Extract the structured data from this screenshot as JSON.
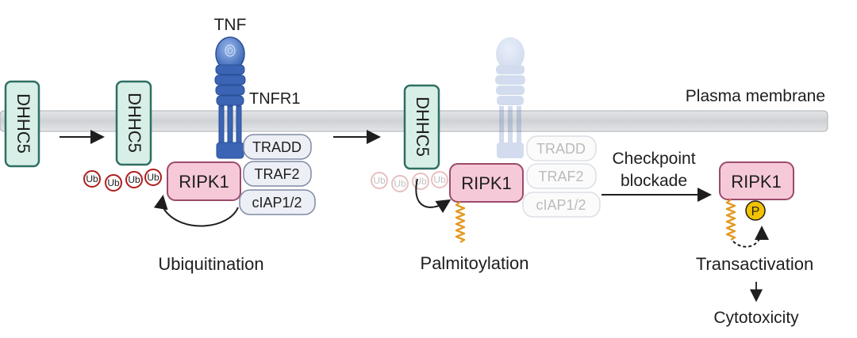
{
  "labels": {
    "tnf": "TNF",
    "tnfr1": "TNFR1",
    "membrane": "Plasma membrane",
    "dhhc5": "DHHC5",
    "ripk1": "RIPK1",
    "tradd": "TRADD",
    "traf2": "TRAF2",
    "ciap": "cIAP1/2",
    "ub": "Ub",
    "p": "P",
    "ubiquitination": "Ubiquitination",
    "palmitoylation": "Palmitoylation",
    "checkpoint_line1": "Checkpoint",
    "checkpoint_line2": "blockade",
    "transactivation": "Transactivation",
    "cytotoxicity": "Cytotoxicity"
  },
  "colors": {
    "membrane": "#c9cccf",
    "dhhc5_fill": "#d8efe8",
    "dhhc5_stroke": "#2f6f63",
    "ripk1_fill": "#f6c9d9",
    "ripk1_stroke": "#9c4a6b",
    "receptor": "#3b64b4",
    "ub_stroke": "#b01c1c",
    "palmitoyl": "#e39a23",
    "phospho": "#f2c200"
  }
}
